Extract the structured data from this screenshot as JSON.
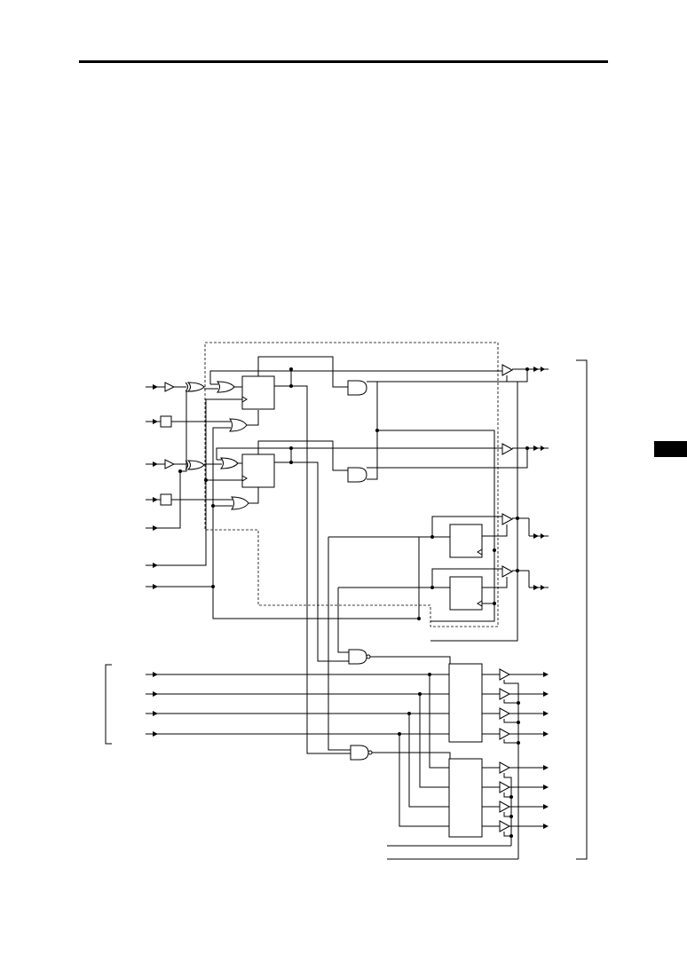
{
  "page": {
    "has_header_rule": true,
    "has_side_tab": true
  },
  "diagram": {
    "type": "logic-schematic",
    "text_labels": [],
    "elements": [
      "input-buffer",
      "xor-gate",
      "or-gate",
      "register-block",
      "and-gate",
      "nand-gate",
      "tristate-buffer",
      "output-pin",
      "dashed-boundary",
      "bracket"
    ]
  }
}
